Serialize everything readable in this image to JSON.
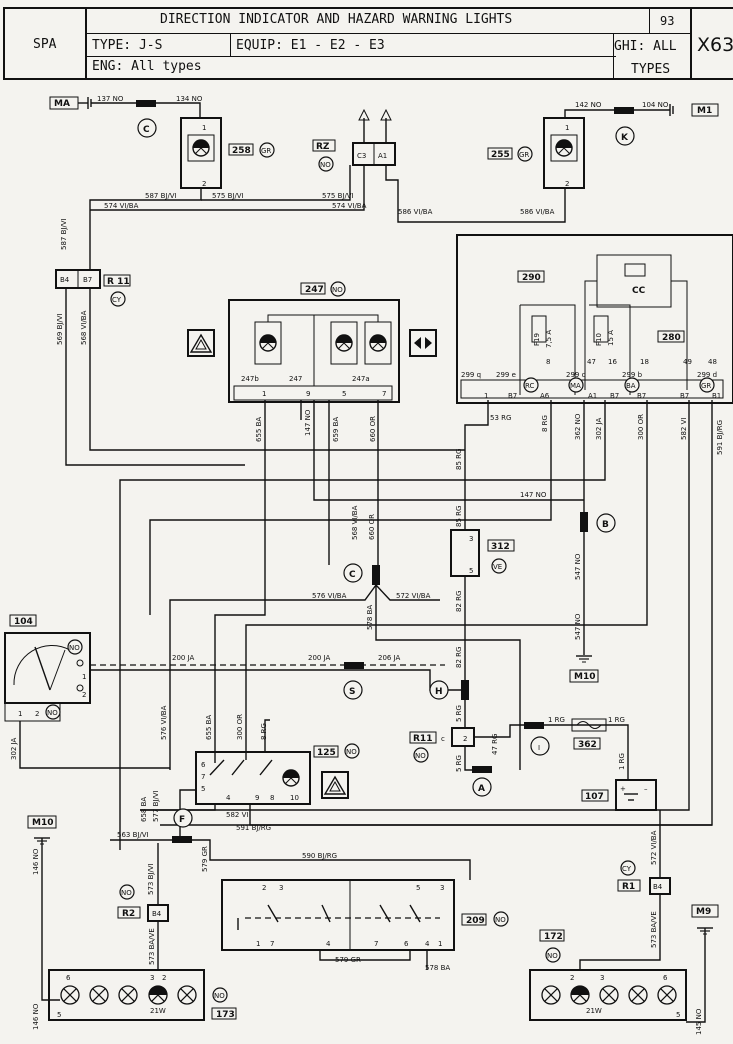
{
  "header": {
    "code": "SPA",
    "title": "DIRECTION INDICATOR AND HAZARD WARNING LIGHTS",
    "page": "93",
    "sheet": "X63",
    "type": "TYPE: J-S",
    "equip": "EQUIP: E1 - E2 - E3",
    "ghi": "GHI: ALL",
    "types": "TYPES",
    "eng": "ENG:  All types"
  },
  "components": {
    "c258": "258",
    "c258_color": "GR",
    "c255": "255",
    "c255_color": "GR",
    "rz": "RZ",
    "rz_color": "NO",
    "rz_c3": "C3",
    "rz_a1": "A1",
    "ma": "MA",
    "m1": "M1",
    "m10_top": "M10",
    "m10_left": "M10",
    "m9": "M9",
    "r11": "R 11",
    "r11_color": "CY",
    "r11_b4": "B4",
    "r11_b7": "B7",
    "c247": "247",
    "c247_color": "NO",
    "c247b": "247b",
    "c247_pin": "247",
    "c247a": "247a",
    "c290": "290",
    "c280": "280",
    "cc": "CC",
    "f19": "F19",
    "f19_a": "7,5 A",
    "f10": "F10",
    "f10_a": "15 A",
    "c104": "104",
    "c104_color": "NO",
    "c312": "312",
    "c312_color": "VE",
    "c125": "125",
    "c125_color": "NO",
    "c362": "362",
    "c107": "107",
    "c209": "209",
    "c209_color": "NO",
    "c172": "172",
    "c172_color": "NO",
    "c173": "173",
    "c173_color": "NO",
    "r1": "R1",
    "r1_color": "CY",
    "r2": "R2",
    "r2_color": "NO",
    "r11c": "R11",
    "r11c_c": "c",
    "r11c_color": "NO",
    "w21_left": "21W",
    "w21_right": "21W",
    "pin_b4": "B4"
  },
  "connectors": [
    "C",
    "K",
    "B",
    "C",
    "S",
    "H",
    "I",
    "A",
    "F"
  ],
  "pins": {
    "p299q": "299 q",
    "p299e": "299 e",
    "p299c": "299 c",
    "p299b": "299 b",
    "p299d": "299 d",
    "rc": "RC",
    "ma": "MA",
    "ba": "BA",
    "gr": "GR",
    "cy": "CY",
    "b7a": "B7",
    "a6": "A6",
    "a1": "A1",
    "b7b": "B7",
    "b7c": "B7",
    "b7d": "B7",
    "b1": "B1",
    "n1": "1",
    "n2": "2",
    "n3": "3",
    "n5": "5",
    "n7": "7",
    "n9": "9",
    "n10": "10",
    "n4": "4",
    "n6": "6",
    "n8": "8",
    "n16": "16",
    "n18": "18",
    "n47": "47",
    "n49": "49",
    "n48": "48"
  },
  "wires": {
    "w137": "137 NO",
    "w134": "134 NO",
    "w142": "142 NO",
    "w104": "104 NO",
    "w587a": "587 BJ/VI",
    "w575a": "575 BJ/VI",
    "w575b": "575 BJ/VI",
    "w574a": "574 VI/BA",
    "w574b": "574 VI/BA",
    "w586a": "586 VI/BA",
    "w586b": "586 VI/BA",
    "w587v": "587 BJ/VI",
    "w569": "569 BJ/VI",
    "w568": "568 VI/BA",
    "w655": "655 BA",
    "w147": "147 NO",
    "w659": "659 BA",
    "w660": "660 OR",
    "w85": "85 RG",
    "w53": "53 RG",
    "w8": "8 RG",
    "w362": "362 NO",
    "w302": "302 JA",
    "w300": "300 OR",
    "w582": "582 VI",
    "w591": "591 BJ/RG",
    "w147b": "147 NO",
    "w568b": "568 VI/BA",
    "w660b": "660 OR",
    "w547a": "547 NO",
    "w547b": "547 NO",
    "w85b": "85 RG",
    "w576": "576 VI/BA",
    "w572": "572 VI/BA",
    "w578": "578 BA",
    "w82": "82 RG",
    "w200a": "200 JA",
    "w200b": "200 JA",
    "w206": "206 JA",
    "w82b": "82 RG",
    "w302b": "302 JA",
    "w576b": "576 VI/BA",
    "w655b": "655 BA",
    "w300b": "300 OR",
    "w8b": "8 RG",
    "w5a": "5 RG",
    "w47": "47 RG",
    "w5b": "5 RG",
    "w1a": "1 RG",
    "w1b": "1 RG",
    "w1c": "1 RG",
    "w658": "658 BA",
    "w577": "577 BJ/VI",
    "w582b": "582 VI",
    "w591b": "591 BJ/RG",
    "w563": "563 BJ/VI",
    "w573": "573 BJ/VI",
    "w579": "579 GR",
    "w590": "590 BJ/RG",
    "w573b": "573 BA/VE",
    "w579b": "579 GR",
    "w578b": "578 BA",
    "w572b": "572 VI/BA",
    "w573c": "573 BA/VE",
    "w146a": "146 NO",
    "w146b": "146 NO",
    "w145": "145 NO"
  },
  "icons": [
    "lamp-icon",
    "hazard-triangle-icon",
    "direction-arrows-icon",
    "ground-icon",
    "fuse-icon",
    "battery-icon",
    "switch-icon"
  ]
}
